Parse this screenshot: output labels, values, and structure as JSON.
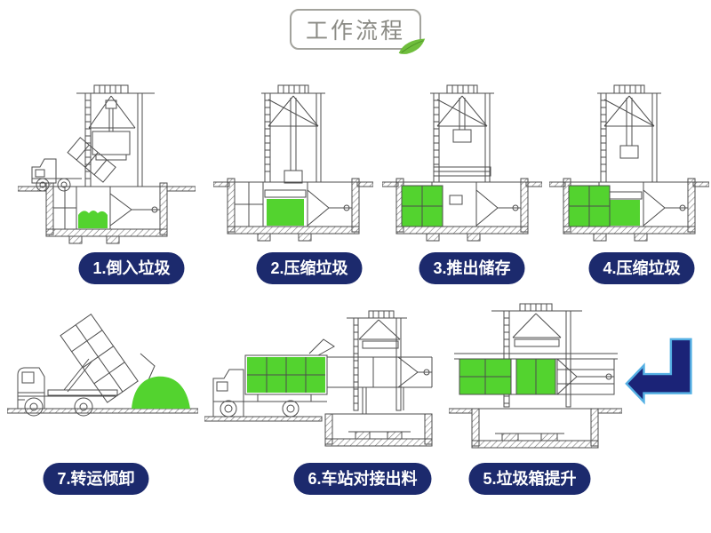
{
  "title": "工作流程",
  "colors": {
    "label_bg": "#1c2a6d",
    "label_text": "#ffffff",
    "green": "#53d32f",
    "line": "#4d4d4d",
    "arrow_fill": "#1b2377",
    "arrow_stroke": "#55b0e4",
    "title_border": "#a3a39d",
    "title_text": "#8b8b85",
    "leaf_green": "#6fbe3c"
  },
  "steps": [
    {
      "num": 1,
      "label": "1.倒入垃圾",
      "icon": "truck-tipping-into-pit"
    },
    {
      "num": 2,
      "label": "2.压缩垃圾",
      "icon": "press-compacting-garbage"
    },
    {
      "num": 3,
      "label": "3.推出储存",
      "icon": "block-pushed-to-storage"
    },
    {
      "num": 4,
      "label": "4.压缩垃圾",
      "icon": "press-compacting-second-load"
    },
    {
      "num": 5,
      "label": "5.垃圾箱提升",
      "icon": "container-lifted-by-gantry"
    },
    {
      "num": 6,
      "label": "6.车站对接出料",
      "icon": "truck-docked-at-station"
    },
    {
      "num": 7,
      "label": "7.转运倾卸",
      "icon": "truck-transfer-dumping"
    }
  ],
  "arrow_icon": "elbow-arrow-left"
}
